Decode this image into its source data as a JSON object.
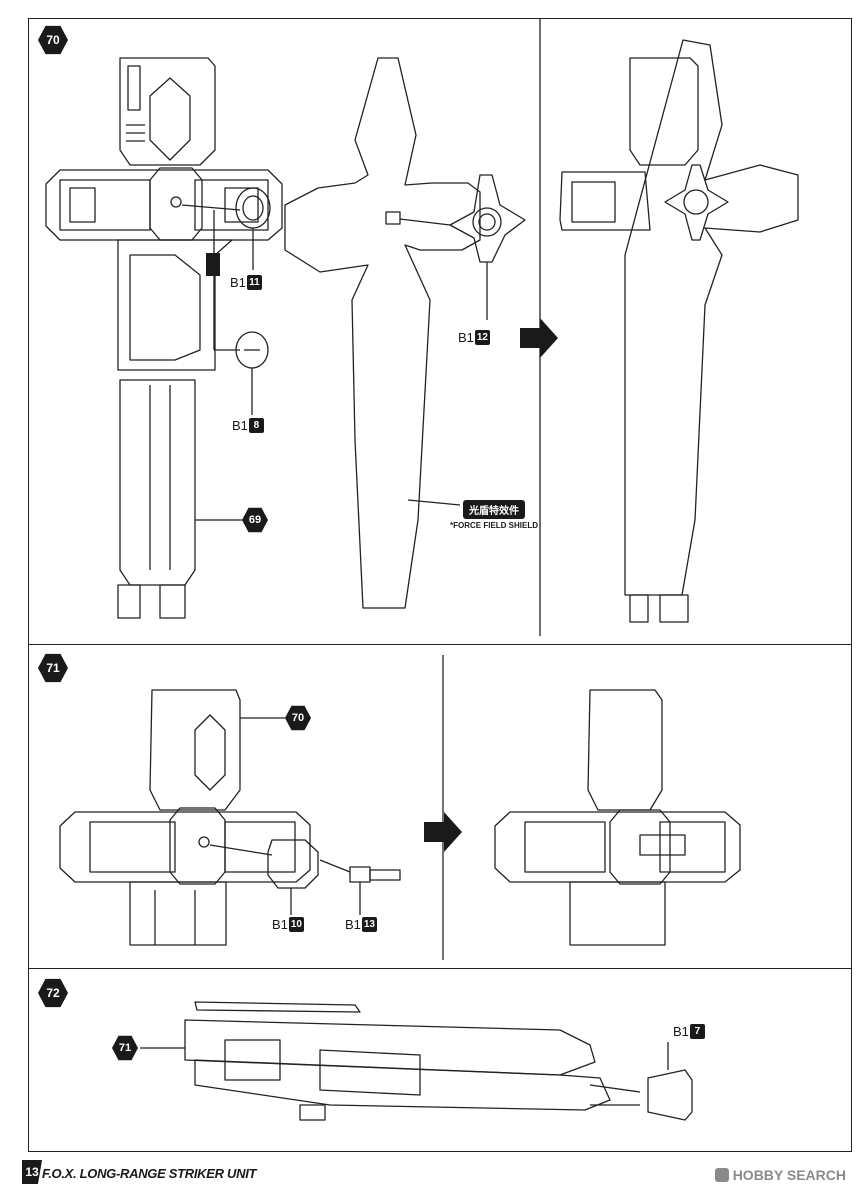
{
  "steps": [
    {
      "number": "70"
    },
    {
      "number": "71"
    },
    {
      "number": "72"
    }
  ],
  "step70": {
    "ref_part": "69",
    "parts": [
      {
        "runner": "B1",
        "num": "11"
      },
      {
        "runner": "B1",
        "num": "8"
      },
      {
        "runner": "B1",
        "num": "12"
      }
    ],
    "shield_callout_cn": "光盾特效件",
    "shield_callout_en": "*FORCE FIELD SHIELD"
  },
  "step71": {
    "ref_part": "70",
    "parts": [
      {
        "runner": "B1",
        "num": "10"
      },
      {
        "runner": "B1",
        "num": "13"
      }
    ]
  },
  "step72": {
    "ref_part": "71",
    "parts": [
      {
        "runner": "B1",
        "num": "7"
      }
    ]
  },
  "footer": {
    "page_number": "13",
    "title": "F.O.X. LONG-RANGE STRIKER UNIT",
    "watermark": "HOBBY SEARCH"
  }
}
